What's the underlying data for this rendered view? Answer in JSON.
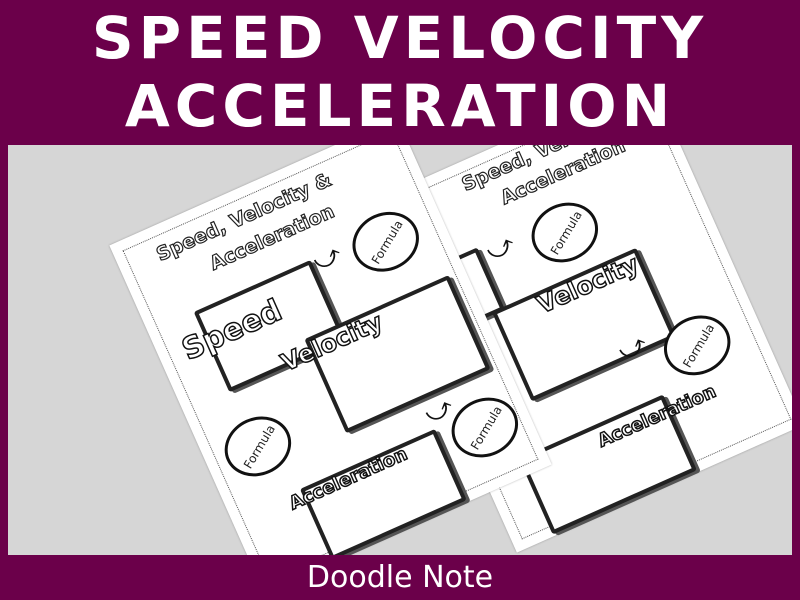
{
  "banner": {
    "line1": "SPEED VELOCITY",
    "line2": "ACCELERATION"
  },
  "footer": {
    "label": "Doodle Note"
  },
  "colors": {
    "frame": "#6b004a",
    "backdrop": "#d6d6d6"
  },
  "front_page": {
    "title_line1": "Speed, Velocity &",
    "title_line2": "Acceleration",
    "speed": "Speed",
    "velocity": "Velocity",
    "acceleration": "Acceleration",
    "formula": "Formula"
  },
  "back_page": {
    "title_line1": "Speed, Velocity &",
    "title_line2": "Acceleration",
    "velocity": "Velocity",
    "acceleration": "Acceleration",
    "formula": "Formula"
  }
}
